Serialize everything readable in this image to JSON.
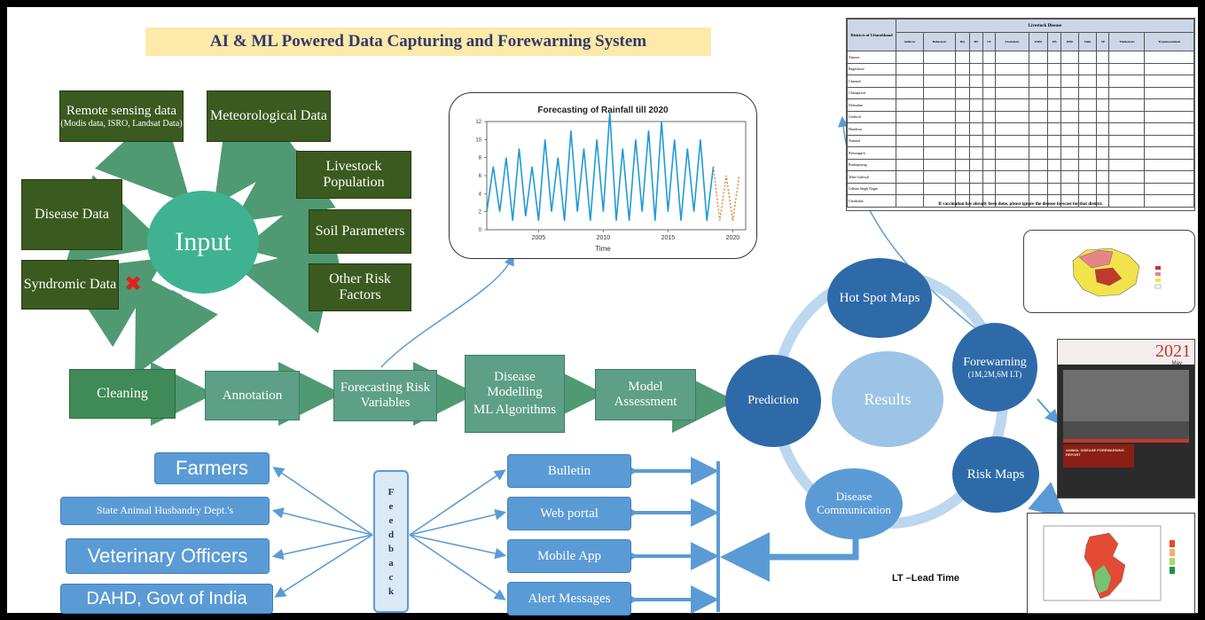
{
  "title": "AI & ML Powered Data Capturing and Forewarning System",
  "inputs": {
    "remote_sensing": "Remote sensing data",
    "remote_sensing_sub": "(Modis data, ISRO, Landsat Data)",
    "meteorological": "Meteorological Data",
    "livestock": "Livestock Population",
    "disease": "Disease Data",
    "soil": "Soil Parameters",
    "syndromic": "Syndromic Data",
    "other_risk": "Other Risk Factors",
    "input_hub": "Input"
  },
  "pipeline": {
    "cleaning": "Cleaning",
    "annotation": "Annotation",
    "forecasting": "Forecasting Risk Variables",
    "modelling_title": "Disease Modelling",
    "modelling_sub": "ML Algorithms",
    "assessment": "Model Assessment"
  },
  "cycle": {
    "prediction": "Prediction",
    "hotspot": "Hot Spot Maps",
    "forewarning": "Forewarning",
    "forewarning_sub": "(1M,2M,6M LT)",
    "risk_maps": "Risk Maps",
    "communication": "Disease Communication",
    "results": "Results"
  },
  "rainfall_chart": {
    "title": "Forecasting of Rainfall till 2020",
    "xlabel": "Time",
    "xticks": [
      "2005",
      "2010",
      "2015",
      "2020"
    ],
    "yticks": [
      "0",
      "2",
      "4",
      "6",
      "8",
      "10",
      "12"
    ]
  },
  "chart_data": {
    "type": "line",
    "title": "Forecasting of Rainfall till 2020",
    "xlabel": "Time",
    "ylabel": "",
    "xlim": [
      2001,
      2021
    ],
    "ylim": [
      0,
      12
    ],
    "series": [
      {
        "name": "",
        "x": [
          2001.0,
          2001.5,
          2002.0,
          2002.5,
          2003.0,
          2003.5,
          2004.0,
          2004.5,
          2005.0,
          2005.5,
          2006.0,
          2006.5,
          2007.0,
          2007.5,
          2008.0,
          2008.5,
          2009.0,
          2009.5,
          2010.0,
          2010.5,
          2011.0,
          2011.5,
          2012.0,
          2012.5,
          2013.0,
          2013.5,
          2014.0,
          2014.5,
          2015.0,
          2015.5,
          2016.0,
          2016.5,
          2017.0,
          2017.5,
          2018.0,
          2018.5
        ],
        "values": [
          2,
          7,
          2,
          8,
          1,
          9,
          1.5,
          7,
          1,
          10,
          2,
          8,
          1,
          11,
          2,
          9,
          1,
          10,
          2,
          13,
          1,
          9,
          1,
          10,
          2,
          11,
          1,
          12,
          2,
          10,
          1,
          9,
          2,
          10,
          1,
          7
        ]
      },
      {
        "name": "",
        "x": [
          2018.5,
          2019.0,
          2019.5,
          2020.0,
          2020.5
        ],
        "values": [
          7,
          1,
          6,
          1,
          6
        ]
      }
    ]
  },
  "table": {
    "header_left": "Districts of Uttarakhand",
    "header_group": "Livestock Disease",
    "columns": [
      "Anthrax",
      "Babesiosis",
      "BQ",
      "BT",
      "LT",
      "Fasciolosis",
      "FMD",
      "HS",
      "PPR",
      "Salm",
      "SP",
      "Theileriosis",
      "Trypanosomiasis"
    ],
    "districts": [
      "Almora",
      "Bageshwar",
      "Chamoli",
      "Champawat",
      "Dehradun",
      "Garhwal",
      "Haridwar",
      "Nainital",
      "Pithoragarh",
      "Rudraprayag",
      "Tehri Garhwal",
      "Udham Singh Nagar",
      "Uttarkashi"
    ],
    "footnote": "If vaccination has already been done, please ignore the disease forecast for that district."
  },
  "report": {
    "year": "2021",
    "month": "May",
    "footer": "ANIMAL DISEASE FOREWARNING REPORT"
  },
  "audience": {
    "farmers": "Farmers",
    "state_dept": "State Animal Husbandry Dept.'s",
    "vet_officers": "Veterinary Officers",
    "dahd": "DAHD, Govt of India"
  },
  "feedback_letters": [
    "F",
    "e",
    "e",
    "d",
    "b",
    "a",
    "c",
    "k"
  ],
  "channels": {
    "bulletin": "Bulletin",
    "web_portal": "Web portal",
    "mobile_app": "Mobile App",
    "alert": "Alert Messages"
  },
  "lt_note": "LT –Lead Time",
  "colors": {
    "dark_green": "#3a5a1f",
    "mid_green": "#3f8a56",
    "teal": "#5e9f88",
    "hub": "#3fb391",
    "blue": "#5b9bd5",
    "dark_blue": "#2e6aa8",
    "title_bg": "#fde9a8",
    "cross": "#e02020"
  }
}
